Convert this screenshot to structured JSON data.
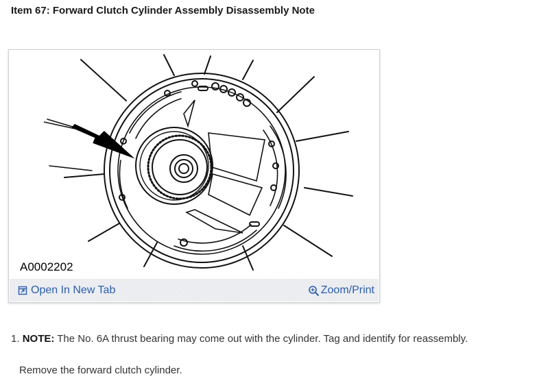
{
  "title": "Item 67: Forward Clutch Cylinder Assembly Disassembly Note",
  "figure": {
    "caption": "A0002202",
    "open_tab_label": "Open In New Tab",
    "zoom_label": "Zoom/Print",
    "open_tab_icon": "open-in-new-tab-icon",
    "zoom_icon": "magnifier-icon",
    "link_color": "#2a5db0"
  },
  "steps": {
    "number": "1.",
    "note_label": "NOTE:",
    "note_text": " The No. 6A thrust bearing may come out with the cylinder. Tag and identify for reassembly.",
    "action_text": "Remove the forward clutch cylinder."
  }
}
